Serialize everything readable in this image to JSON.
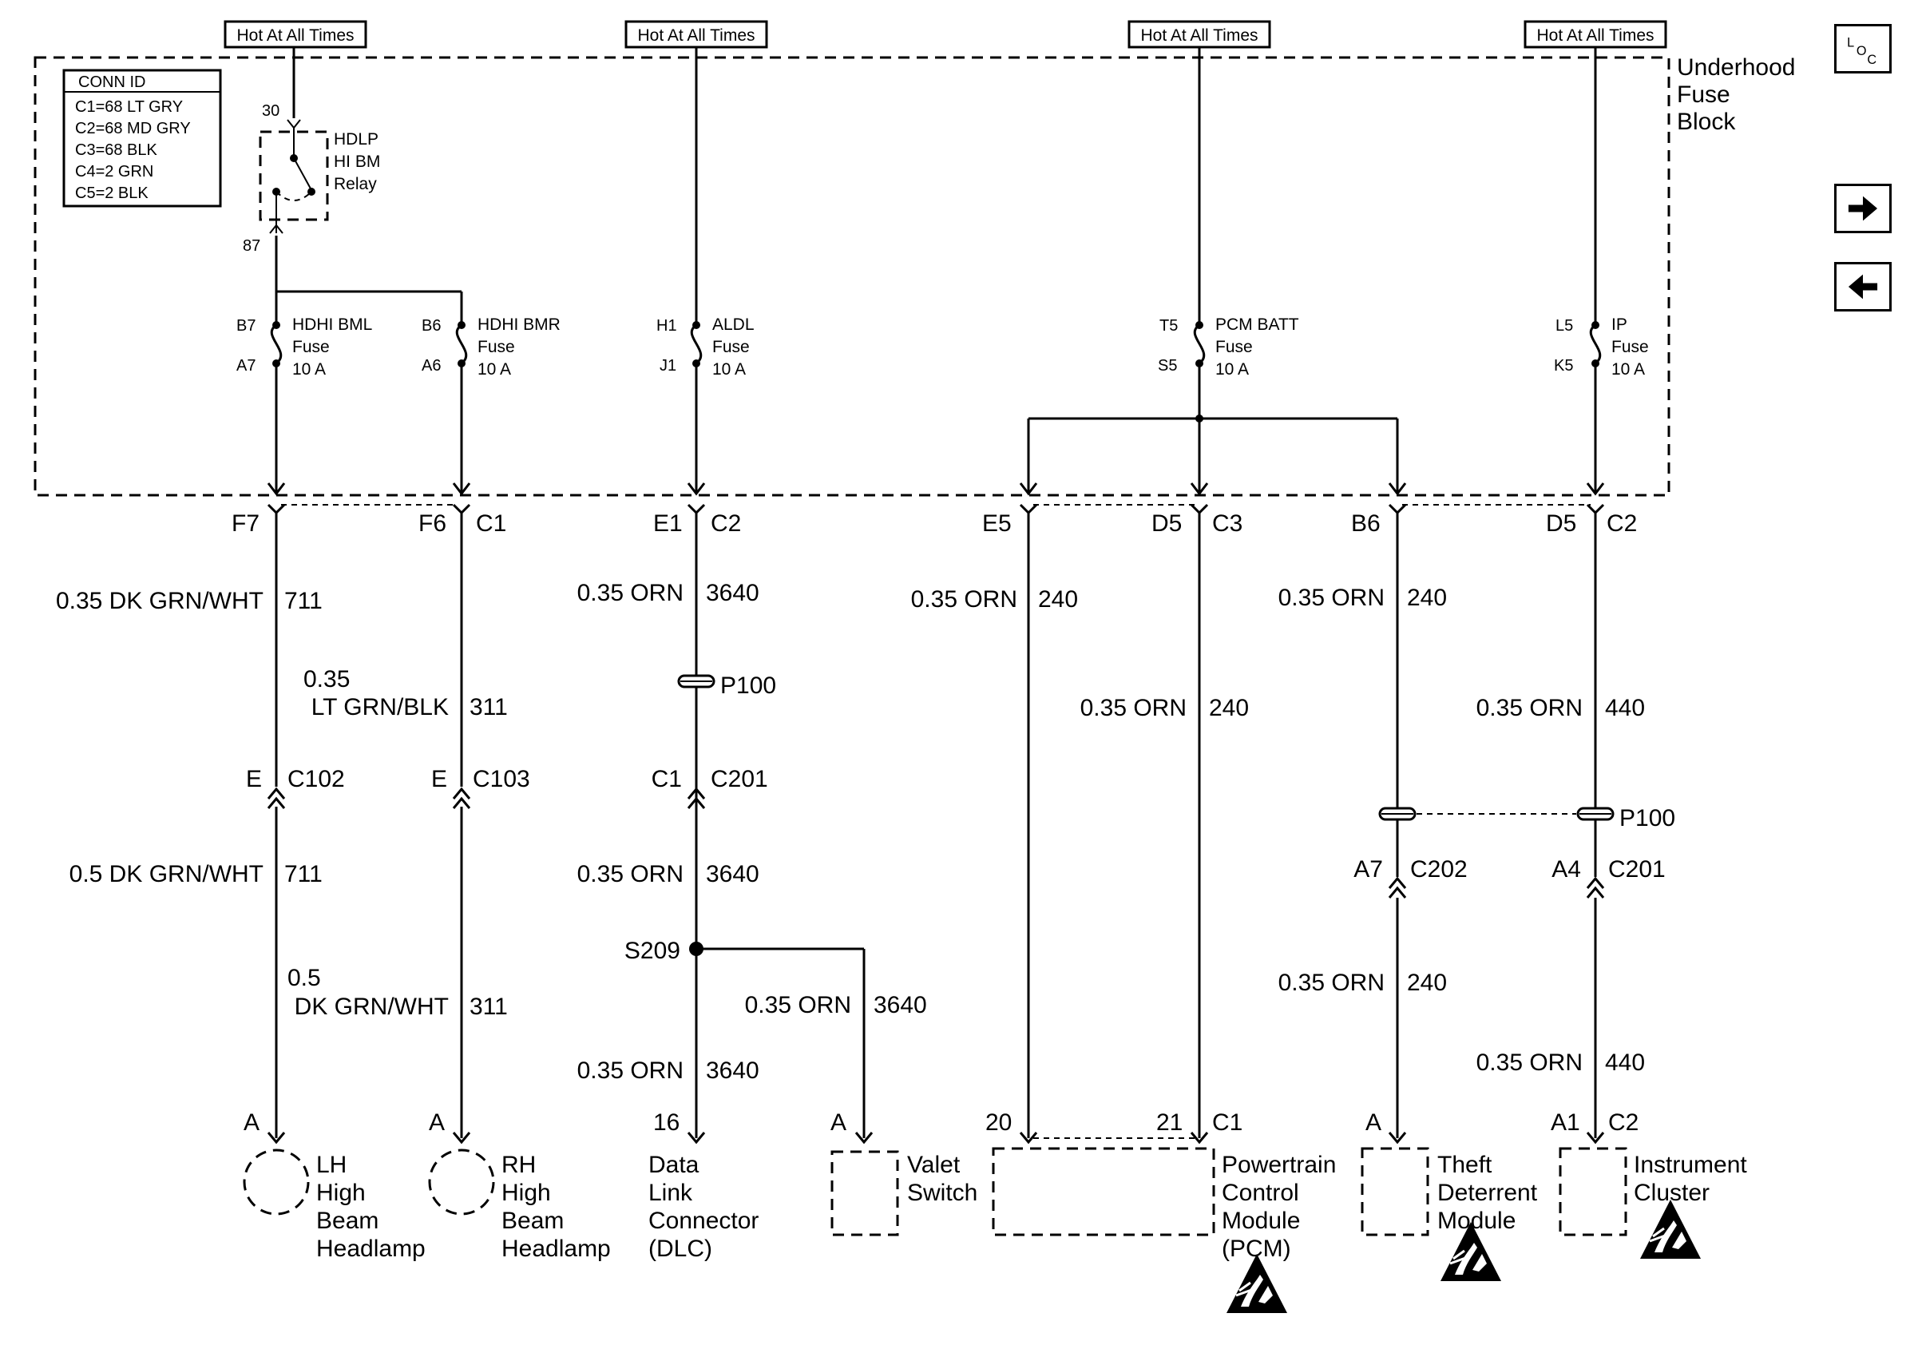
{
  "hot_labels": [
    "Hot At All Times",
    "Hot At All Times",
    "Hot At All Times",
    "Hot At All Times"
  ],
  "fuse_block": {
    "name": [
      "Underhood",
      "Fuse",
      "Block"
    ]
  },
  "conn_id": {
    "title": "CONN ID",
    "rows": [
      "C1=68 LT GRY",
      "C2=68 MD GRY",
      "C3=68 BLK",
      "C4=2 GRN",
      "C5=2 BLK"
    ]
  },
  "relay": {
    "label": [
      "HDLP",
      "HI BM",
      "Relay"
    ],
    "pin_in": "30",
    "pin_out": "87"
  },
  "fuses": [
    {
      "top": "B7",
      "bottom": "A7",
      "label": [
        "HDHI BML",
        "Fuse",
        "10 A"
      ]
    },
    {
      "top": "B6",
      "bottom": "A6",
      "label": [
        "HDHI BMR",
        "Fuse",
        "10 A"
      ]
    },
    {
      "top": "H1",
      "bottom": "J1",
      "label": [
        "ALDL",
        "Fuse",
        "10 A"
      ]
    },
    {
      "top": "T5",
      "bottom": "S5",
      "label": [
        "PCM BATT",
        "Fuse",
        "10 A"
      ]
    },
    {
      "top": "L5",
      "bottom": "K5",
      "label": [
        "IP",
        "Fuse",
        "10 A"
      ]
    }
  ],
  "block_pins": [
    "F7",
    "F6",
    "C1",
    "E1",
    "C2",
    "E5",
    "D5",
    "C3",
    "B6",
    "D5",
    "C2"
  ],
  "wires": [
    {
      "size": "0.35 DK GRN/WHT",
      "circuit": "711"
    },
    {
      "size_l1": "0.35",
      "size_l2": "LT GRN/BLK",
      "circuit": "311"
    },
    {
      "size": "0.35 ORN",
      "circuit": "3640"
    },
    {
      "size": "0.35 ORN",
      "circuit": "240"
    },
    {
      "size": "0.35 ORN",
      "circuit": "240"
    },
    {
      "size": "0.35 ORN",
      "circuit": "240"
    },
    {
      "size": "0.35 ORN",
      "circuit": "440"
    },
    {
      "size": "0.5 DK GRN/WHT",
      "circuit": "711"
    },
    {
      "size_l1": "0.5",
      "size_l2": "DK GRN/WHT",
      "circuit": "311"
    },
    {
      "size": "0.35 ORN",
      "circuit": "3640"
    },
    {
      "size": "0.35 ORN",
      "circuit": "3640"
    },
    {
      "size": "0.35 ORN",
      "circuit": "3640"
    },
    {
      "size": "0.35 ORN",
      "circuit": "240"
    },
    {
      "size": "0.35 ORN",
      "circuit": "440"
    }
  ],
  "connectors": [
    {
      "pin": "E",
      "name": "C102"
    },
    {
      "pin": "E",
      "name": "C103"
    },
    {
      "pin": "C1",
      "name": "C201"
    },
    {
      "pin": "A7",
      "name": "C202"
    },
    {
      "pin": "A4",
      "name": "C201"
    }
  ],
  "splices": {
    "p100": "P100",
    "s209": "S209"
  },
  "components": [
    {
      "pin": "A",
      "name": [
        "LH",
        "High",
        "Beam",
        "Headlamp"
      ]
    },
    {
      "pin": "A",
      "name": [
        "RH",
        "High",
        "Beam",
        "Headlamp"
      ]
    },
    {
      "pin": "16",
      "name": [
        "Data",
        "Link",
        "Connector",
        "(DLC)"
      ]
    },
    {
      "pin": "A",
      "name": [
        "Valet",
        "Switch"
      ]
    },
    {
      "pins": [
        "20",
        "21",
        "C1"
      ],
      "name": [
        "Powertrain",
        "Control",
        "Module",
        "(PCM)"
      ]
    },
    {
      "pin": "A",
      "name": [
        "Theft",
        "Deterrent",
        "Module"
      ]
    },
    {
      "pins": [
        "A1",
        "C2"
      ],
      "name": [
        "Instrument",
        "Cluster"
      ]
    }
  ],
  "loc_icon": {
    "l": "L",
    "o": "O",
    "c": "C"
  },
  "icons": {
    "loc": "loc-icon",
    "next": "arrow-right-icon",
    "prev": "arrow-left-icon",
    "esd": "esd-warning-icon"
  }
}
